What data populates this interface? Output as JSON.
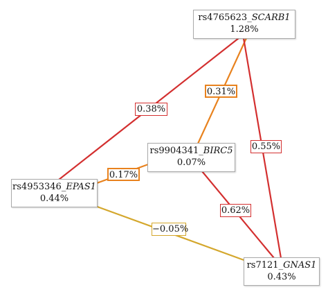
{
  "colors": {
    "edge_red": "#d32f2f",
    "edge_orange": "#e8821e",
    "edge_gold": "#d4a72c",
    "node_border": "#a9a9a9"
  },
  "nodes": {
    "scarb1": {
      "snp": "rs4765623_",
      "gene": "SCARB1",
      "value": "1.28%"
    },
    "birc5": {
      "snp": "rs9904341_",
      "gene": "BIRC5",
      "value": "0.07%"
    },
    "epas1": {
      "snp": "rs4953346_",
      "gene": "EPAS1",
      "value": "0.44%"
    },
    "gnas1": {
      "snp": "rs7121_",
      "gene": "GNAS1",
      "value": "0.43%"
    }
  },
  "edges": [
    {
      "id": "scarb1-epas1",
      "from": "scarb1",
      "to": "epas1",
      "label": "0.38%",
      "color": "#d32f2f"
    },
    {
      "id": "scarb1-birc5",
      "from": "scarb1",
      "to": "birc5",
      "label": "0.31%",
      "color": "#e8821e"
    },
    {
      "id": "birc5-epas1",
      "from": "birc5",
      "to": "epas1",
      "label": "0.17%",
      "color": "#e8821e"
    },
    {
      "id": "scarb1-gnas1",
      "from": "scarb1",
      "to": "gnas1",
      "label": "0.55%",
      "color": "#d32f2f"
    },
    {
      "id": "birc5-gnas1",
      "from": "birc5",
      "to": "gnas1",
      "label": "0.62%",
      "color": "#d32f2f"
    },
    {
      "id": "epas1-gnas1",
      "from": "epas1",
      "to": "gnas1",
      "label": "−0.05%",
      "color": "#d4a72c"
    }
  ]
}
